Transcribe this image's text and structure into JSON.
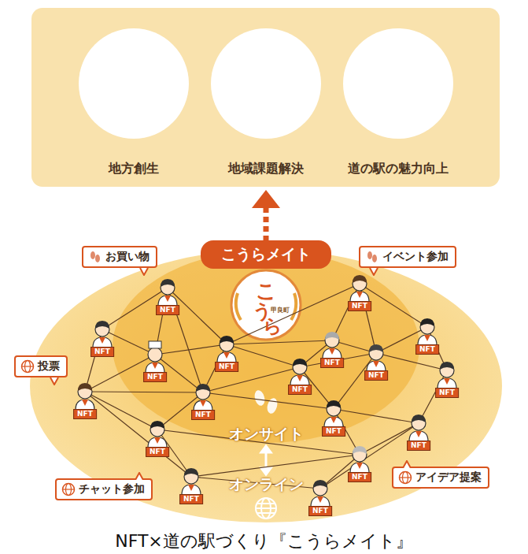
{
  "diagram": {
    "caption": "NFT×道の駅づくり『こうらメイト』",
    "nodes": [
      {
        "text": [
          "地方創生"
        ]
      },
      {
        "text": [
          "地域課題解決"
        ]
      },
      {
        "text": [
          "道の駅の魅力向上"
        ]
      },
      {
        "text": [
          "こうらメイト"
        ]
      },
      {
        "text": [
          "お買い物"
        ]
      },
      {
        "text": [
          "イベント参加"
        ]
      },
      {
        "text": [
          "投票"
        ]
      },
      {
        "text": [
          "チャット参加"
        ]
      },
      {
        "text": [
          "アイデア提案"
        ]
      }
    ],
    "edges": [],
    "labels": [
      "NFT",
      "NFT",
      "NFT",
      "NFT",
      "NFT",
      "NFT",
      "NFT",
      "NFT",
      "NFT",
      "NFT",
      "NFT",
      "NFT",
      "NFT",
      "NFT",
      "NFT",
      "NFT",
      "NFT",
      "NFT",
      "こ",
      "う",
      "ら",
      "甲良町",
      "オンサイト",
      "オンライン"
    ]
  }
}
